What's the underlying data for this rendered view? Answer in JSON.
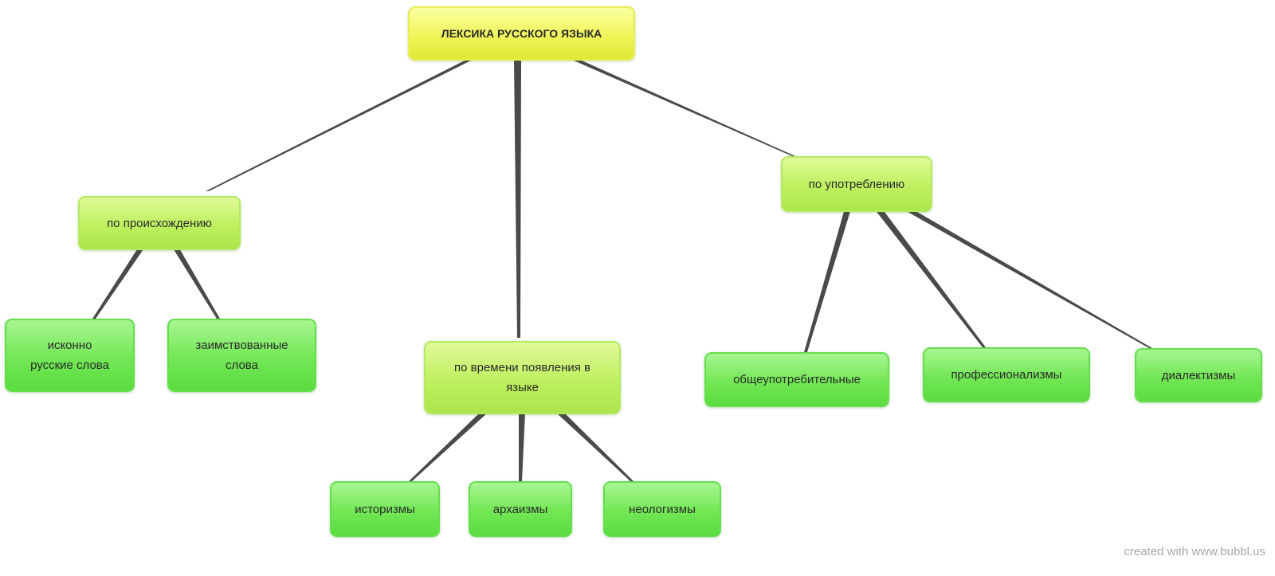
{
  "map": {
    "root": {
      "label": "ЛЕКСИКА РУССКОГО ЯЗЫКА"
    },
    "categories": {
      "origin": {
        "label": "по происхождению"
      },
      "time": {
        "label_lines": [
          "по времени появления в",
          "языке"
        ]
      },
      "usage": {
        "label": "по употреблению"
      }
    },
    "leaves": {
      "native": {
        "label_lines": [
          "исконно",
          "русские слова"
        ]
      },
      "borrowed": {
        "label_lines": [
          "заимствованные",
          "слова"
        ]
      },
      "historisms": {
        "label": "историзмы"
      },
      "archaisms": {
        "label": "архаизмы"
      },
      "neologisms": {
        "label": "неологизмы"
      },
      "common": {
        "label": "общеупотребительные"
      },
      "professionalisms": {
        "label": "профессионализмы"
      },
      "dialectisms": {
        "label": "диалектизмы"
      }
    }
  },
  "footer": {
    "watermark": "created with www.bubbl.us"
  },
  "colors": {
    "connector": "#4a4a4a",
    "root_fill": "#f0f55a",
    "category_fill": "#bff060",
    "leaf_fill": "#72e755"
  }
}
